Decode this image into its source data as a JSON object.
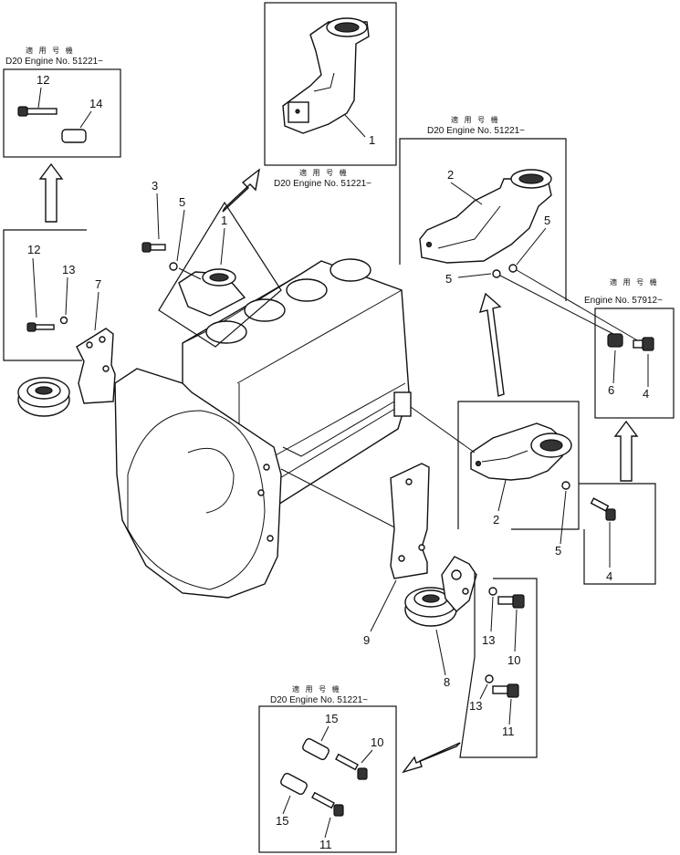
{
  "notes": {
    "applicable_jp": "適 用 号 機",
    "engine_51221": "D20 Engine No. 51221~",
    "engine_57912": "Engine No. 57912~"
  },
  "callouts": {
    "c1": "1",
    "c2": "2",
    "c3": "3",
    "c4": "4",
    "c5": "5",
    "c6": "6",
    "c7": "7",
    "c8": "8",
    "c9": "9",
    "c10": "10",
    "c11": "11",
    "c12": "12",
    "c13": "13",
    "c14": "14",
    "c15": "15"
  }
}
